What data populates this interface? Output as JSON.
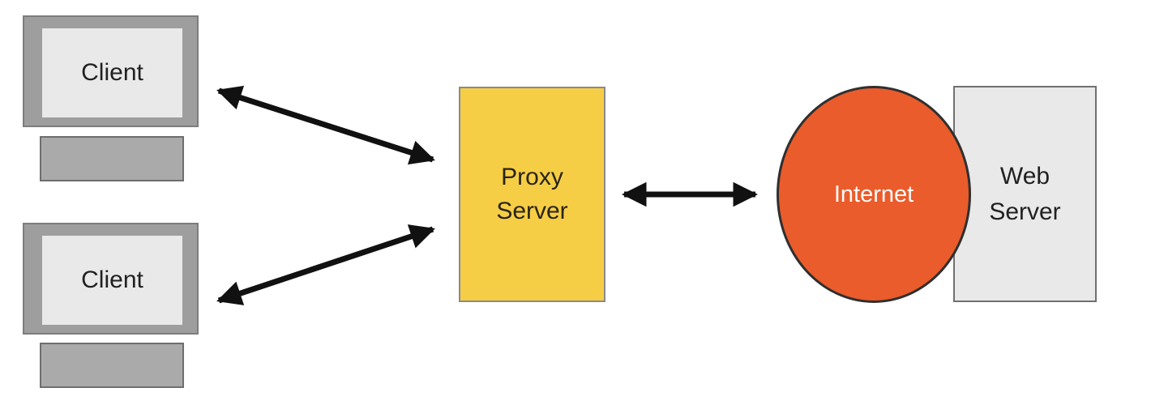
{
  "diagram_type": "network-architecture",
  "nodes": {
    "client1": {
      "label": "Client"
    },
    "client2": {
      "label": "Client"
    },
    "proxy": {
      "lines": [
        "Proxy",
        "Server"
      ]
    },
    "internet": {
      "label": "Internet"
    },
    "webserver": {
      "lines": [
        "Web",
        "Server"
      ]
    }
  },
  "edges": [
    {
      "from": "client-1",
      "to": "proxy-server",
      "bidirectional": true
    },
    {
      "from": "client-2",
      "to": "proxy-server",
      "bidirectional": true
    },
    {
      "from": "proxy-server",
      "to": "internet",
      "bidirectional": true
    }
  ],
  "colors": {
    "monitor_frame": "#9e9e9e",
    "monitor_frame_border": "#7d7d7d",
    "monitor_screen": "#e9e9e9",
    "monitor_base": "#aaaaaa",
    "monitor_base_border": "#6e6e6e",
    "proxy_fill": "#f6ce46",
    "proxy_border": "#8a8a8a",
    "internet_fill": "#ea5c2b",
    "internet_border": "#2f2f2f",
    "webserver_fill": "#e9e9e9",
    "webserver_border": "#707070",
    "arrow": "#111111",
    "text_dark": "#212121",
    "text_light": "#fbfbfb"
  }
}
